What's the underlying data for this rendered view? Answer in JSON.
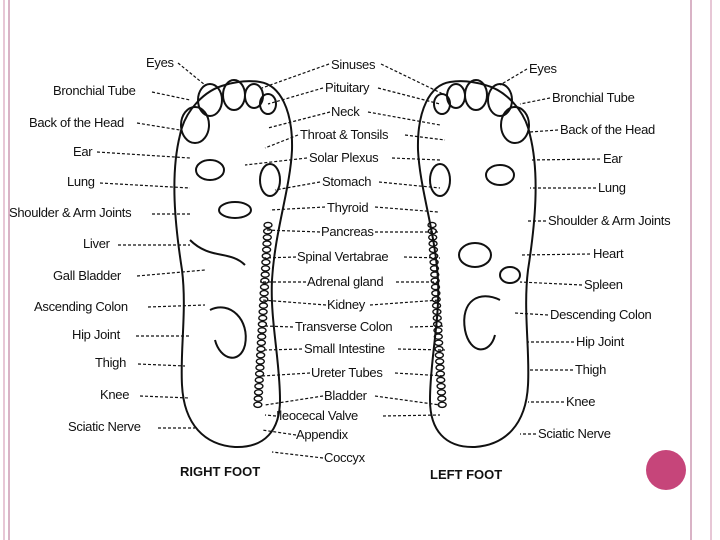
{
  "right_foot": {
    "caption": "RIGHT FOOT",
    "left_labels": [
      "Eyes",
      "Bronchial Tube",
      "Back of the Head",
      "Ear",
      "Lung",
      "Shoulder & Arm Joints",
      "Liver",
      "Gall Bladder",
      "Ascending Colon",
      "Hip Joint",
      "Thigh",
      "Knee",
      "Sciatic Nerve"
    ]
  },
  "center_labels": [
    "Sinuses",
    "Pituitary",
    "Neck",
    "Throat & Tonsils",
    "Solar Plexus",
    "Stomach",
    "Thyroid",
    "Pancreas",
    "Spinal Vertabrae",
    "Adrenal gland",
    "Kidney",
    "Transverse Colon",
    "Small Intestine",
    "Ureter Tubes",
    "Bladder",
    "Ileocecal Valve",
    "Appendix",
    "Coccyx"
  ],
  "left_foot": {
    "caption": "LEFT FOOT",
    "right_labels": [
      "Eyes",
      "Bronchial Tube",
      "Back of the Head",
      "Ear",
      "Lung",
      "Shoulder & Arm Joints",
      "Heart",
      "Spleen",
      "Descending Colon",
      "Hip Joint",
      "Thigh",
      "Knee",
      "Sciatic Nerve"
    ]
  },
  "colors": {
    "frame": "#d9b3c6",
    "accent_dot": "#c6457a",
    "ink": "#111111"
  }
}
